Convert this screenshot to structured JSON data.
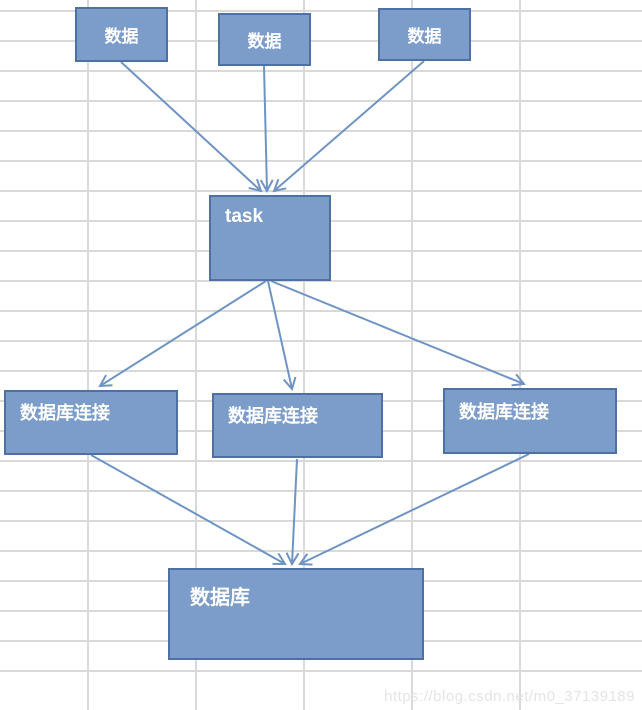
{
  "colors": {
    "node_fill": "#7C9DC9",
    "node_border": "#4E71A3",
    "arrow": "#6F94C4",
    "grid_line": "#D9D9D9",
    "watermark_text": "#E4E4E4"
  },
  "watermark": {
    "text": "https://blog.csdn.net/m0_37139189"
  },
  "diagram": {
    "type": "flow",
    "nodes": {
      "data1": {
        "label": "数据"
      },
      "data2": {
        "label": "数据"
      },
      "data3": {
        "label": "数据"
      },
      "task": {
        "label": "task"
      },
      "conn1": {
        "label": "数据库连接"
      },
      "conn2": {
        "label": "数据库连接"
      },
      "conn3": {
        "label": "数据库连接"
      },
      "db": {
        "label": "数据库"
      }
    },
    "edges": [
      {
        "from": "data1",
        "to": "task"
      },
      {
        "from": "data2",
        "to": "task"
      },
      {
        "from": "data3",
        "to": "task"
      },
      {
        "from": "task",
        "to": "conn1"
      },
      {
        "from": "task",
        "to": "conn2"
      },
      {
        "from": "task",
        "to": "conn3"
      },
      {
        "from": "conn1",
        "to": "db"
      },
      {
        "from": "conn2",
        "to": "db"
      },
      {
        "from": "conn3",
        "to": "db"
      }
    ]
  }
}
